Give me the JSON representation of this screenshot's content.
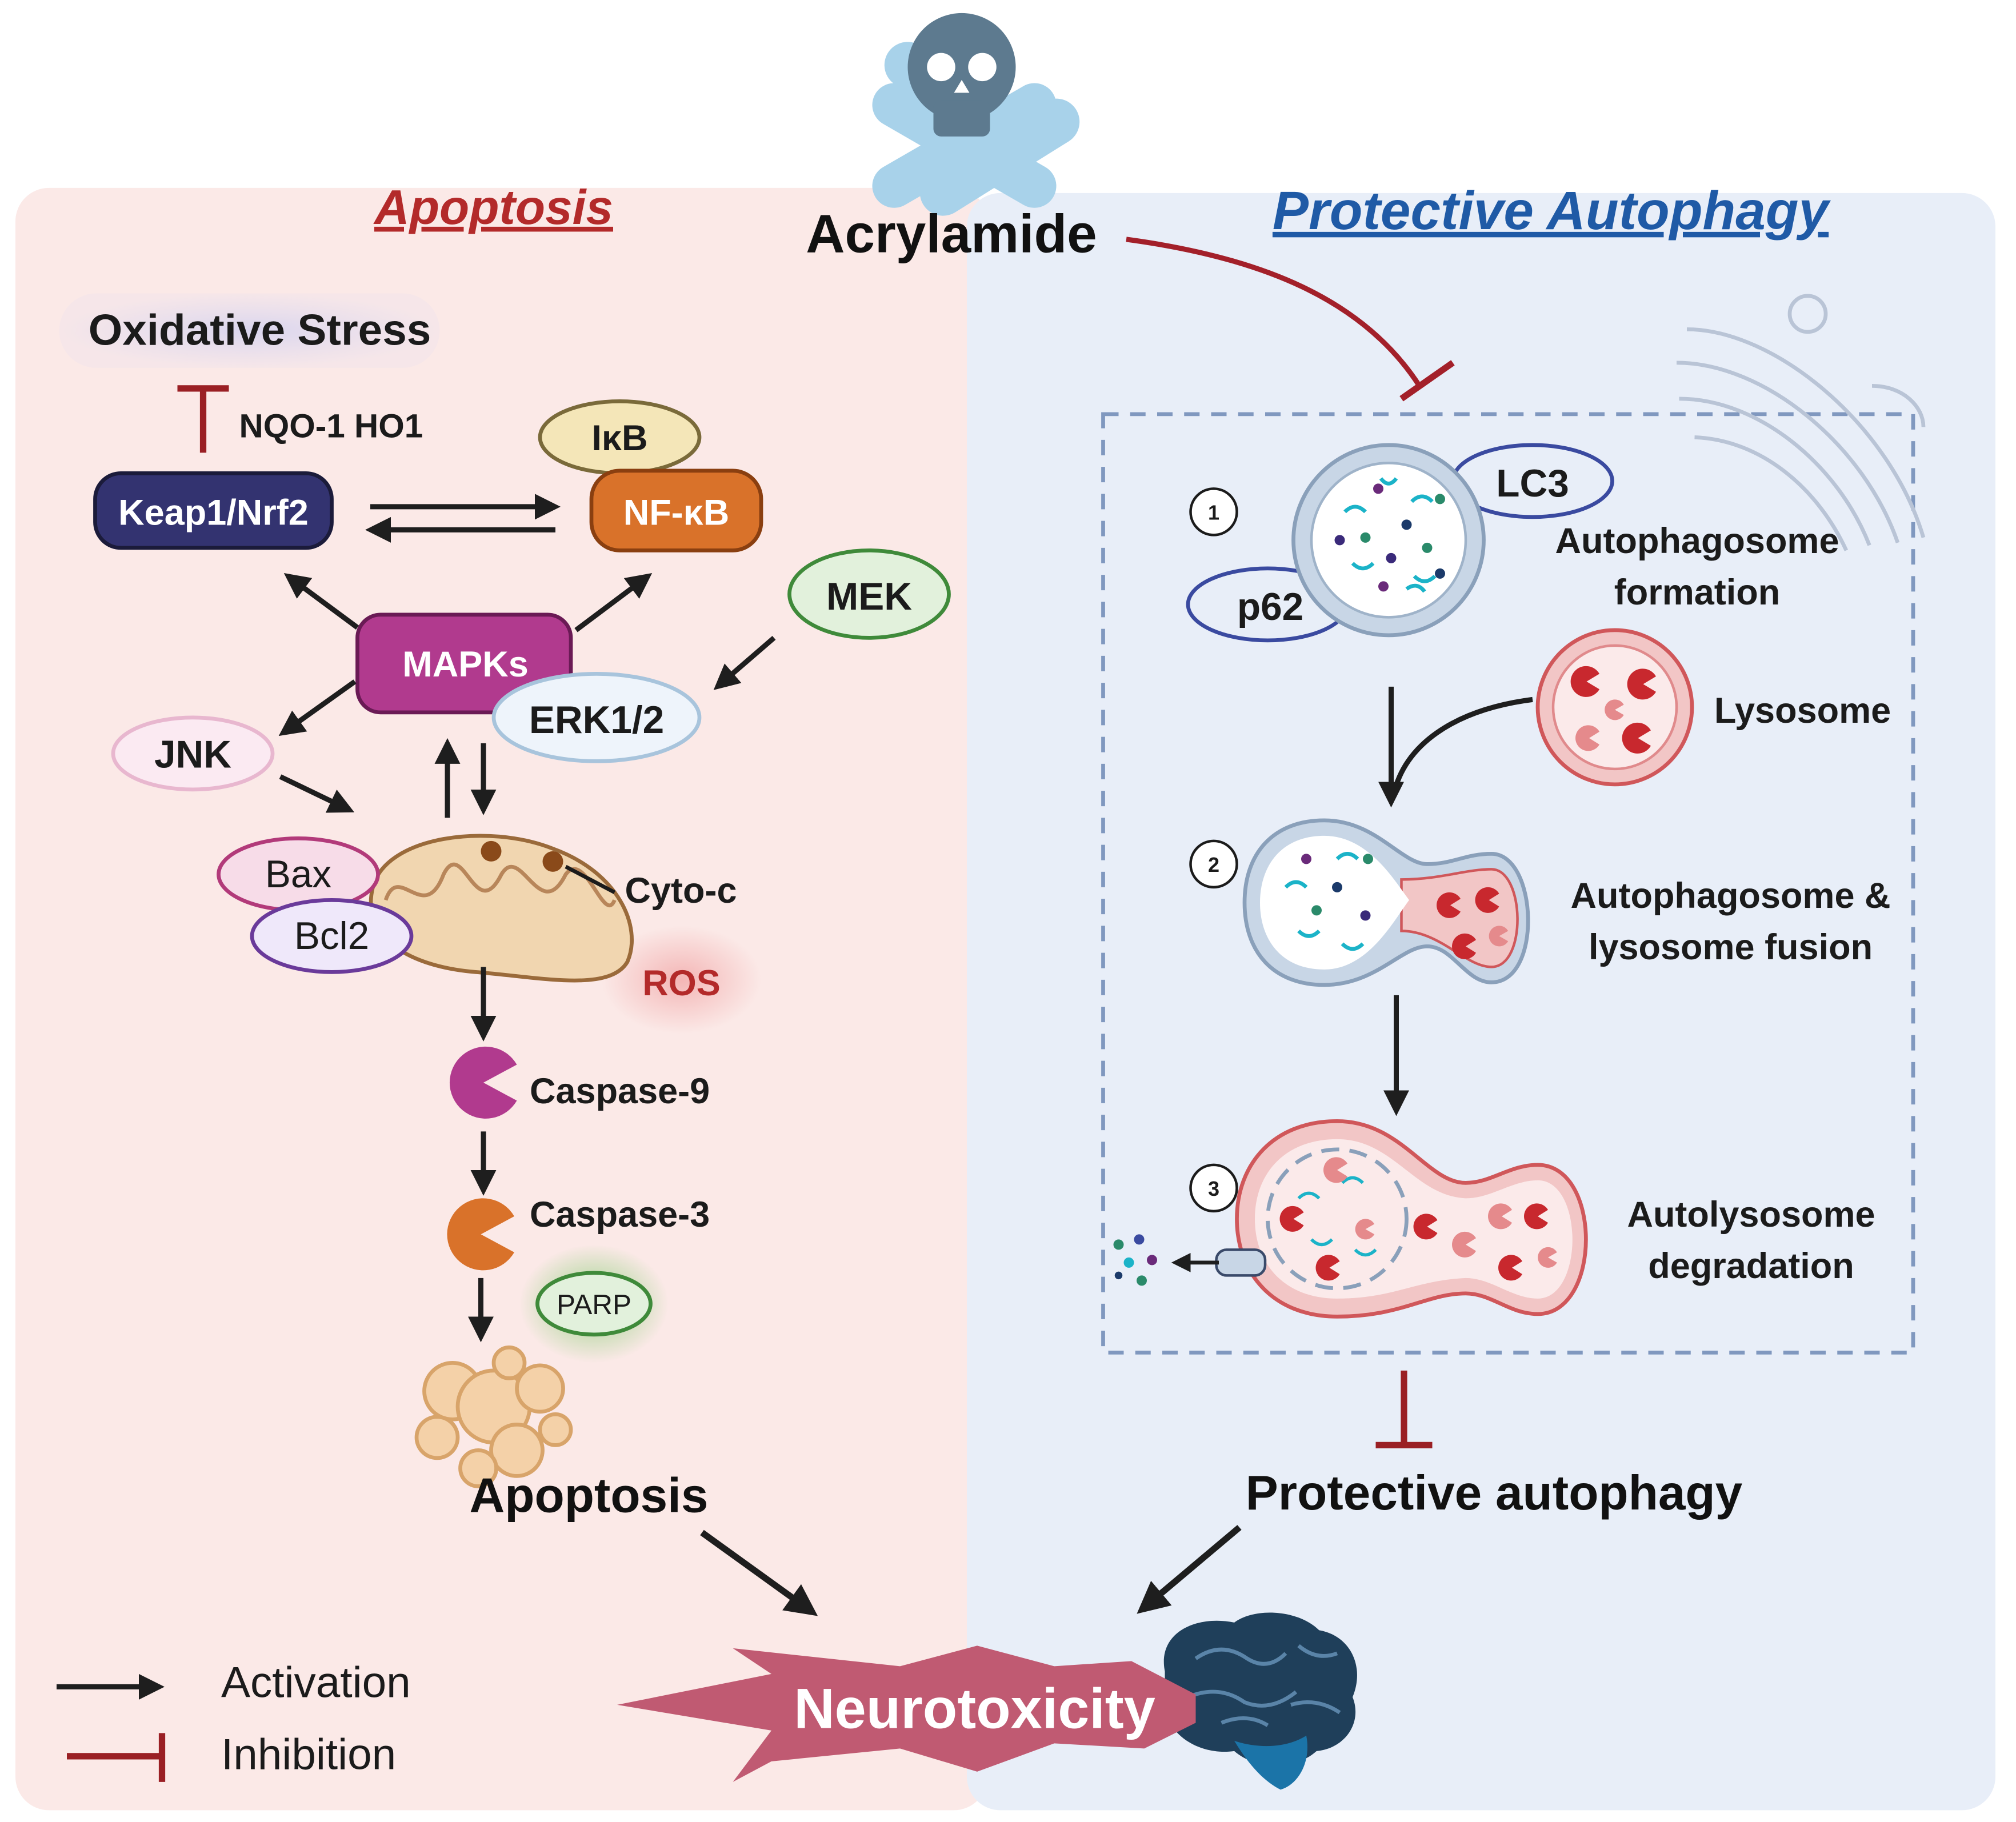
{
  "top": {
    "compound": "Acrylamide"
  },
  "panels": {
    "left": {
      "title": "Apoptosis"
    },
    "right": {
      "title": "Protective Autophagy"
    }
  },
  "apoptosis": {
    "oxidative_stress": "Oxidative Stress",
    "nqo1_ho1": "NQO-1 HO1",
    "keap1_nrf2": "Keap1/Nrf2",
    "ikb": "IκB",
    "nfkb": "NF-κB",
    "mek": "MEK",
    "mapks": "MAPKs",
    "erk": "ERK1/2",
    "jnk": "JNK",
    "bax": "Bax",
    "bcl2": "Bcl2",
    "cytoc": "Cyto-c",
    "ros": "ROS",
    "caspase9": "Caspase-9",
    "caspase3": "Caspase-3",
    "parp": "PARP",
    "outcome": "Apoptosis"
  },
  "autophagy": {
    "lc3": "LC3",
    "p62": "p62",
    "step1_num": "1",
    "step1_line1": "Autophagosome",
    "step1_line2": "formation",
    "lysosome": "Lysosome",
    "step2_num": "2",
    "step2_line1": "Autophagosome &",
    "step2_line2": "lysosome fusion",
    "step3_num": "3",
    "step3_line1": "Autolysosome",
    "step3_line2": "degradation",
    "outcome": "Protective autophagy"
  },
  "result": {
    "label": "Neurotoxicity"
  },
  "legend": {
    "activation": "Activation",
    "inhibition": "Inhibition"
  },
  "colors": {
    "left_bg": "#fbe9e7",
    "right_bg": "#e8eef8",
    "left_title": "#b32a2a",
    "right_title": "#1f5aa6",
    "inhibition": "#9a1f24",
    "mapks": "#b13a8e",
    "nfkb": "#d9722a",
    "keap": "#2f2f6b"
  }
}
